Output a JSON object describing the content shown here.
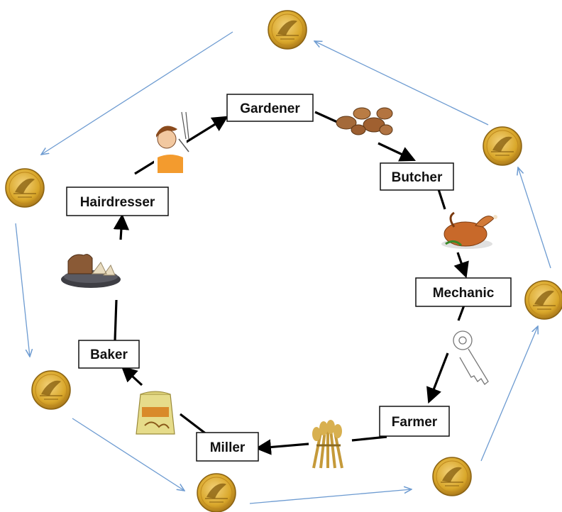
{
  "diagram": {
    "roles": {
      "gardener": "Gardener",
      "butcher": "Butcher",
      "mechanic": "Mechanic",
      "farmer": "Farmer",
      "miller": "Miller",
      "baker": "Baker",
      "hairdresser": "Hairdresser"
    },
    "goods": [
      "potatoes",
      "chicken",
      "key",
      "wheat",
      "flour-bag",
      "bread",
      "haircut"
    ],
    "coin": {
      "count": 7,
      "color": "#d9a72a",
      "icon": "one-dollar-coin-icon"
    },
    "colors": {
      "goods_arrow": "#000000",
      "money_arrow": "#6d9bd1",
      "box_border": "#111111"
    }
  }
}
